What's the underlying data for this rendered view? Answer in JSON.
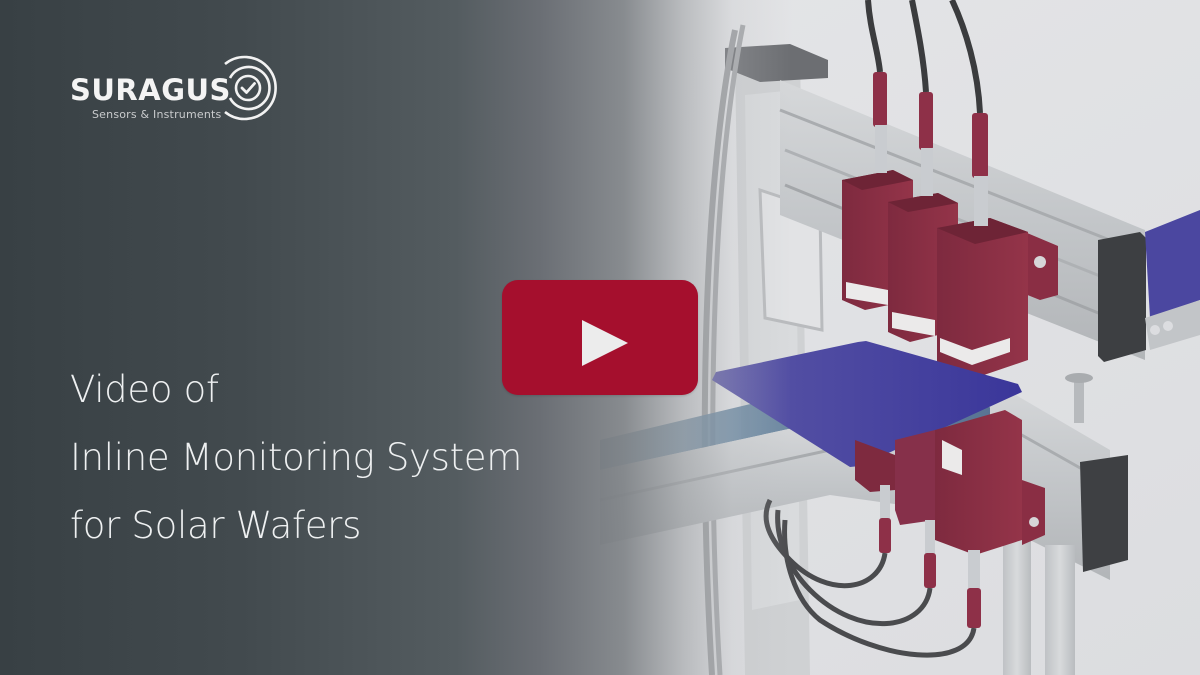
{
  "video": {
    "aria_label": "Play video: Video of Inline Monitoring System for Solar Wafers",
    "play_icon": "play-icon",
    "play_button_color": "#a50f2d",
    "play_icon_color": "#ececec"
  },
  "logo": {
    "wordmark": "SURAGUS",
    "tagline": "Sensors & Instruments",
    "mark_icon": "check-circle-signal-icon"
  },
  "title": {
    "lines": [
      "Video of",
      "Inline Monitoring System",
      "for Solar Wafers"
    ]
  },
  "render": {
    "subject": "Inline sensor array over conveyor with blue solar wafer",
    "sensor_color": "#8e3048",
    "wafer_color": "#4642a0",
    "frame_color": "#c8cbcd",
    "background_color": "#e3e4e6"
  },
  "colors": {
    "overlay_dark": "#384044",
    "overlay_mid": "#6c7074",
    "text": "#eef0f1"
  }
}
